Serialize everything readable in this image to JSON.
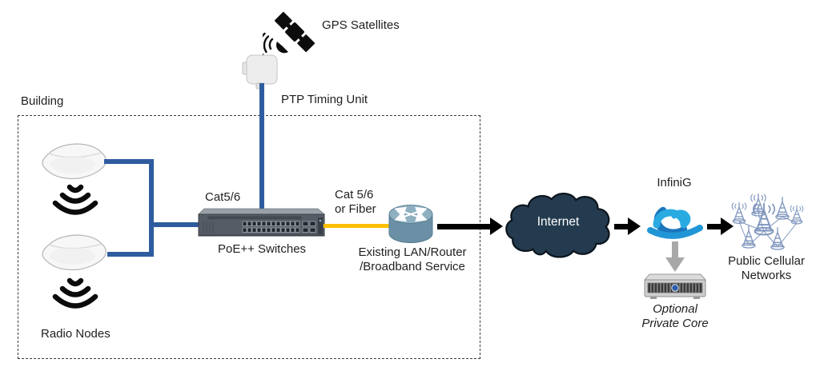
{
  "colors": {
    "cable-blue": "#2E5C9E",
    "cable-yellow": "#FFC000",
    "cloud-dark": "#243B4F",
    "arrow-black": "#000000",
    "arrow-gray": "#A8A8A8",
    "logo-cyan": "#29ABE2",
    "logo-blue": "#1B75BC",
    "logo-mid": "#2196D6",
    "tower-blue": "#7E95BD",
    "text": "#1F1F1F"
  },
  "diagram": {
    "gps": {
      "label": "GPS Satellites"
    },
    "ptp": {
      "label": "PTP Timing Unit"
    },
    "building": {
      "label": "Building",
      "radio_nodes": {
        "label": "Radio Nodes"
      },
      "switch": {
        "label": "PoE++ Switches",
        "uplink_label": "Cat5/6"
      },
      "router": {
        "label": "Existing LAN/Router\n/Broadband Service",
        "link_label": "Cat 5/6\nor Fiber"
      }
    },
    "internet": {
      "label": "Internet"
    },
    "infinig": {
      "label": "InfiniG",
      "private_core": {
        "label": "Optional\nPrivate Core"
      }
    },
    "cellular": {
      "label": "Public Cellular\nNetworks"
    }
  }
}
